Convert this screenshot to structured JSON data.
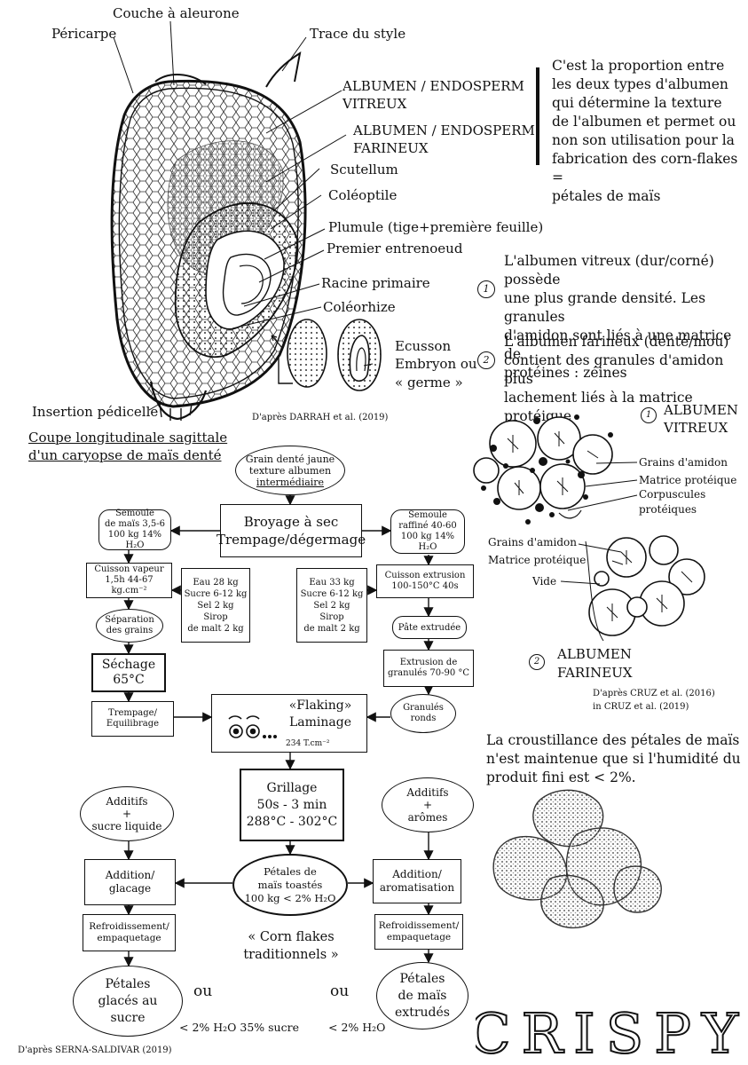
{
  "kernel_labels": {
    "pericarpe": "Péricarpe",
    "couche_aleurone": "Couche à aleurone",
    "trace_style": "Trace du style",
    "albumen_vitreux_1": "ALBUMEN / ENDOSPERM",
    "albumen_vitreux_2": "VITREUX",
    "albumen_farineux_1": "ALBUMEN / ENDOSPERM",
    "albumen_farineux_2": "FARINEUX",
    "scutellum": "Scutellum",
    "coleoptile": "Coléoptile",
    "plumule": "Plumule (tige+première feuille)",
    "premier_entrenoeud": "Premier entrenoeud",
    "racine_primaire": "Racine primaire",
    "coleorhize": "Coléorhize",
    "ecusson": "Ecusson",
    "embryon": "Embryon ou",
    "germe": "« germe »",
    "insertion": "Insertion pédicelle",
    "caption_1": "Coupe longitudinale sagittale",
    "caption_2": "d'un caryopse de maïs denté",
    "credit": "D'après DARRAH et al. (2019)"
  },
  "note_proportion": [
    "C'est la proportion entre",
    "les deux types d'albumen",
    "qui détermine la texture",
    "de l'albumen et permet ou",
    "non son utilisation pour la",
    "fabrication des corn-flakes =",
    "pétales de maïs"
  ],
  "note_vitreux": {
    "marker": "1",
    "lines": [
      "L'albumen vitreux (dur/corné) possède",
      "une plus grande densité. Les granules",
      "d'amidon sont liés à une matrice de",
      "protéines : zéines"
    ]
  },
  "note_farineux": {
    "marker": "2",
    "lines": [
      "L'albumen farineux (denté/mou)",
      "contient des granules d'amidon plus",
      "lachement liés à la matrice protéique"
    ]
  },
  "micro": {
    "vitreux_marker": "1",
    "vitreux_title_1": "ALBUMEN",
    "vitreux_title_2": "VITREUX",
    "grains_amidon": "Grains d'amidon",
    "matrice": "Matrice protéique",
    "corpuscules_1": "Corpuscules",
    "corpuscules_2": "protéiques",
    "grains_amidon_2": "Grains d'amidon",
    "matrice_2": "Matrice protéique",
    "vide": "Vide",
    "farineux_marker": "2",
    "farineux_title_1": "ALBUMEN",
    "farineux_title_2": "FARINEUX",
    "credit_1": "D'après CRUZ et al. (2016)",
    "credit_2": "in CRUZ et al. (2019)"
  },
  "note_crispy": [
    "La croustillance des pétales de maïs",
    "n'est maintenue que si l'humidité du",
    "produit fini est < 2%."
  ],
  "crispy_word": "CRISPY",
  "flow": {
    "grain": [
      "Grain denté jaune",
      "texture albumen",
      "intermédiaire"
    ],
    "broyage": [
      "Broyage à sec",
      "Trempage/dégermage"
    ],
    "semoule_left": [
      "Semoule",
      "de maïs 3,5-6",
      "100 kg 14% H₂O"
    ],
    "semoule_right": [
      "Semoule",
      "raffiné 40-60",
      "100 kg 14% H₂O"
    ],
    "cuisson_vapeur": [
      "Cuisson vapeur",
      "1,5h 44-67 kg.cm⁻²"
    ],
    "ingredients_left": [
      "Eau 28 kg",
      "Sucre 6-12 kg",
      "Sel 2 kg",
      "Sirop",
      "de malt 2 kg"
    ],
    "ingredients_right": [
      "Eau 33 kg",
      "Sucre 6-12 kg",
      "Sel 2 kg",
      "Sirop",
      "de malt 2 kg"
    ],
    "cuisson_extrusion": [
      "Cuisson extrusion",
      "100-150°C 40s"
    ],
    "separation": [
      "Séparation",
      "des grains"
    ],
    "pate_extrudee": "Pâte extrudée",
    "sechage": [
      "Séchage",
      "65°C"
    ],
    "extrusion_granules": [
      "Extrusion de",
      "granulés 70-90 °C"
    ],
    "trempage": [
      "Trempage/",
      "Equilibrage"
    ],
    "flaking": [
      "«Flaking»",
      "Laminage"
    ],
    "flaking_pressure": "234 T.cm⁻²",
    "granules_ronds": [
      "Granulés",
      "ronds"
    ],
    "grillage": [
      "Grillage",
      "50s - 3 min",
      "288°C - 302°C"
    ],
    "additifs_left": [
      "Additifs",
      "+",
      "sucre liquide"
    ],
    "additifs_right": [
      "Additifs",
      "+",
      "arômes"
    ],
    "addition_glacage": [
      "Addition/",
      "glacage"
    ],
    "petales_toastes": [
      "Pétales de",
      "maïs toastés",
      "100 kg < 2% H₂O"
    ],
    "addition_aromatisation": [
      "Addition/",
      "aromatisation"
    ],
    "refroid_left": [
      "Refroidissement/",
      "empaquetage"
    ],
    "refroid_right": [
      "Refroidissement/",
      "empaquetage"
    ],
    "corn_flakes": [
      "« Corn flakes",
      "traditionnels »"
    ],
    "petales_glaces": [
      "Pétales",
      "glacés au",
      "sucre"
    ],
    "petales_extrudes": [
      "Pétales",
      "de maïs",
      "extrudés"
    ],
    "ou_1": "ou",
    "ou_2": "ou",
    "cond_left": "< 2% H₂O 35% sucre",
    "cond_right": "< 2% H₂O",
    "credit": "D'après SERNA-SALDIVAR (2019)"
  }
}
